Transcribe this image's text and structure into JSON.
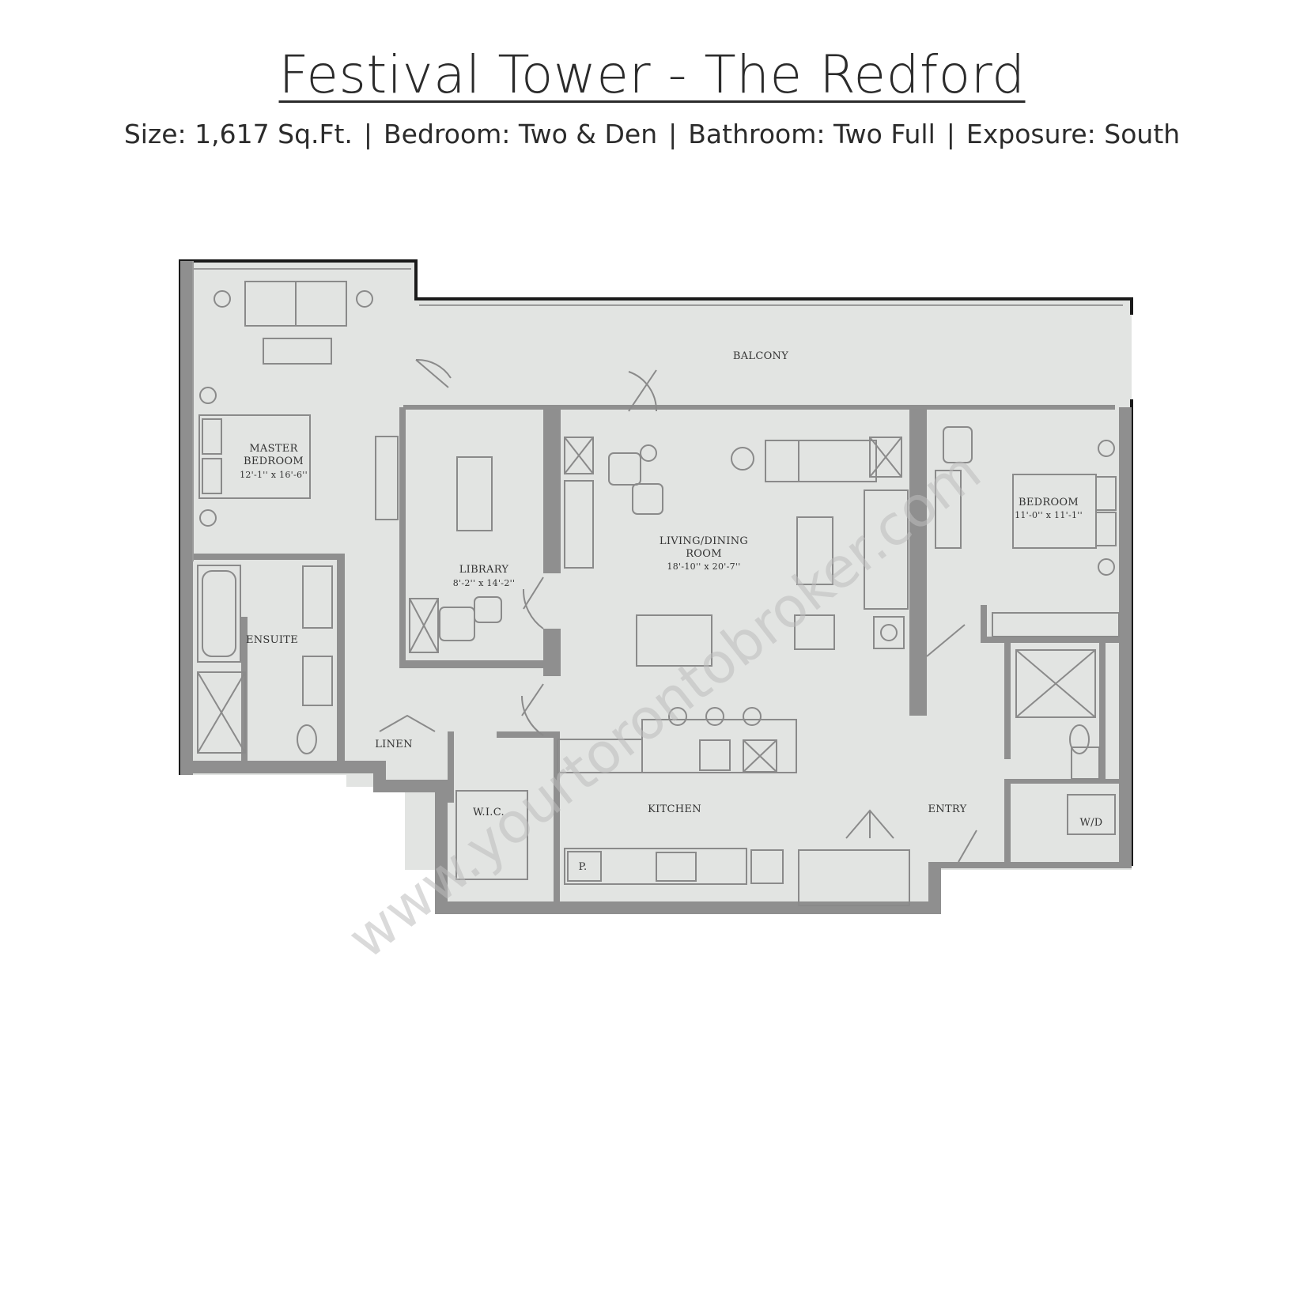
{
  "header": {
    "title": "Festival Tower - The Redford",
    "specs": {
      "size": "Size: 1,617 Sq.Ft.",
      "bedroom": "Bedroom: Two & Den",
      "bathroom": "Bathroom: Two Full",
      "exposure": "Exposure: South",
      "separator": "|"
    }
  },
  "plan": {
    "rooms": {
      "balcony": "BALCONY",
      "master_bedroom_1": "MASTER",
      "master_bedroom_2": "BEDROOM",
      "master_bedroom_dim": "12'-1'' x 16'-6''",
      "library": "LIBRARY",
      "library_dim": "8'-2'' x 14'-2''",
      "living_1": "LIVING/DINING",
      "living_2": "ROOM",
      "living_dim": "18'-10'' x 20'-7''",
      "bedroom": "BEDROOM",
      "bedroom_dim": "11'-0'' x 11'-1''",
      "ensuite": "ENSUITE",
      "linen": "LINEN",
      "wic": "W.I.C.",
      "kitchen": "KITCHEN",
      "entry": "ENTRY",
      "wd": "W/D",
      "pantry": "P."
    },
    "watermark": "www.yourtorontobroker.com"
  },
  "colors": {
    "floor": "#e2e4e2",
    "wall": "#8f8f8f",
    "outer_edge": "#1a1a1a",
    "fixture": "#8a8a8a"
  }
}
